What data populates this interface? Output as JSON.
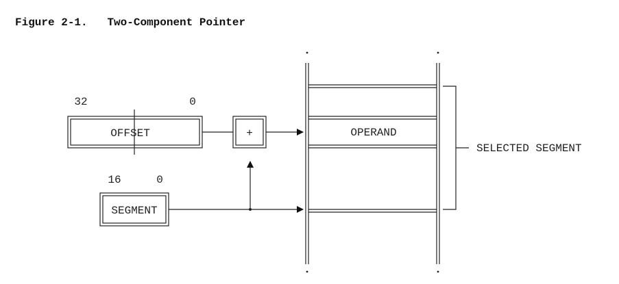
{
  "caption": {
    "figure_label": "Figure 2-1.",
    "title": "Two-Component Pointer"
  },
  "offset_register": {
    "high_bit": "32",
    "low_bit": "0",
    "label": "OFFSET"
  },
  "segment_register": {
    "high_bit": "16",
    "low_bit": "0",
    "label": "SEGMENT"
  },
  "adder": {
    "symbol": "+"
  },
  "memory": {
    "operand_label": "OPERAND",
    "bracket_label": "SELECTED SEGMENT"
  }
}
